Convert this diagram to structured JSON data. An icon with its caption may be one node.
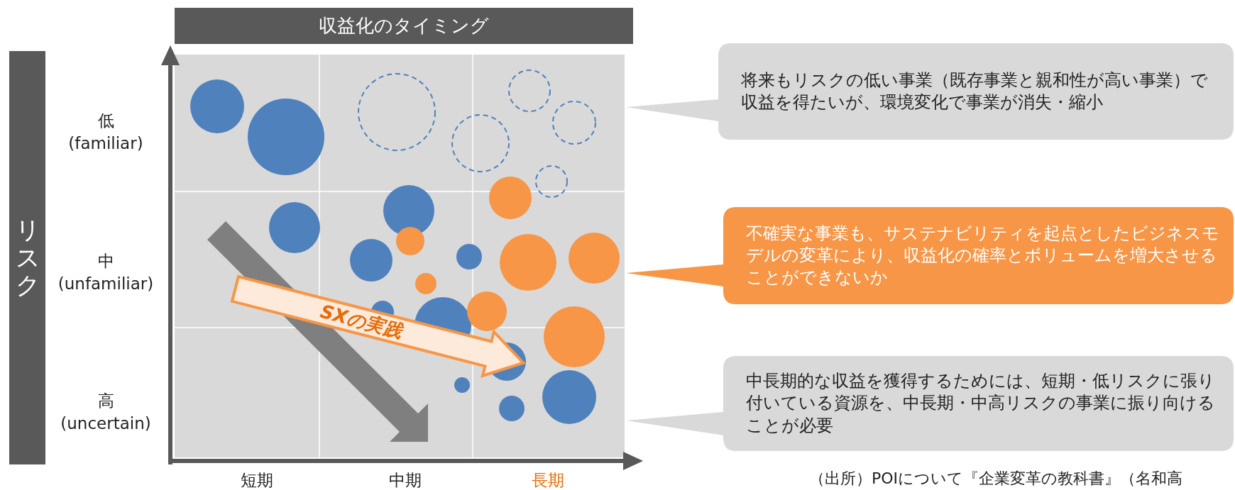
{
  "diagram": {
    "nodes": [
      {
        "text": [
          "収益化のタイミング"
        ]
      },
      {
        "text": [
          "リスク"
        ]
      },
      {
        "text": [
          "SXの実践"
        ]
      },
      {
        "text": [
          "将来もリスクの低い事業（既存事業と親和性が高い事業）で収益を得たいが、環境変化で事業が消失・縮小"
        ]
      },
      {
        "text": [
          "不確実な事業も、サステナビリティを起点としたビジネスモデルの変革により、収益化の確率とボリュームを増大させることができないか"
        ]
      },
      {
        "text": [
          "中長期的な収益を獲得するためには、短期・低リスクに張り付いている資源を、中長期・中高リスクの事業に振り向けることが必要"
        ]
      }
    ],
    "labels": [
      "低",
      "(familiar)",
      "中",
      "(unfamiliar)",
      "高",
      "(uncertain)",
      "短期",
      "中期",
      "長期",
      "（出所）POIについて『企業変革の教科書』（名和高"
    ]
  }
}
